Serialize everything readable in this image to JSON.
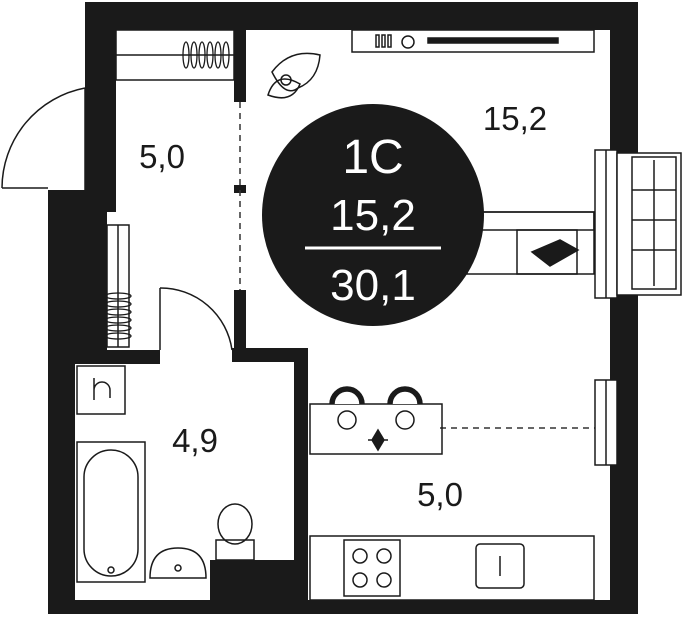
{
  "badge": {
    "type": "1С",
    "living_area": "15,2",
    "total_area": "30,1"
  },
  "rooms": {
    "hall": "5,0",
    "living": "15,2",
    "bathroom": "4,9",
    "kitchen": "5,0"
  },
  "colors": {
    "wall": "#1a1a1a",
    "badge": "#1a1a1a",
    "background": "#ffffff",
    "line": "#333333"
  }
}
